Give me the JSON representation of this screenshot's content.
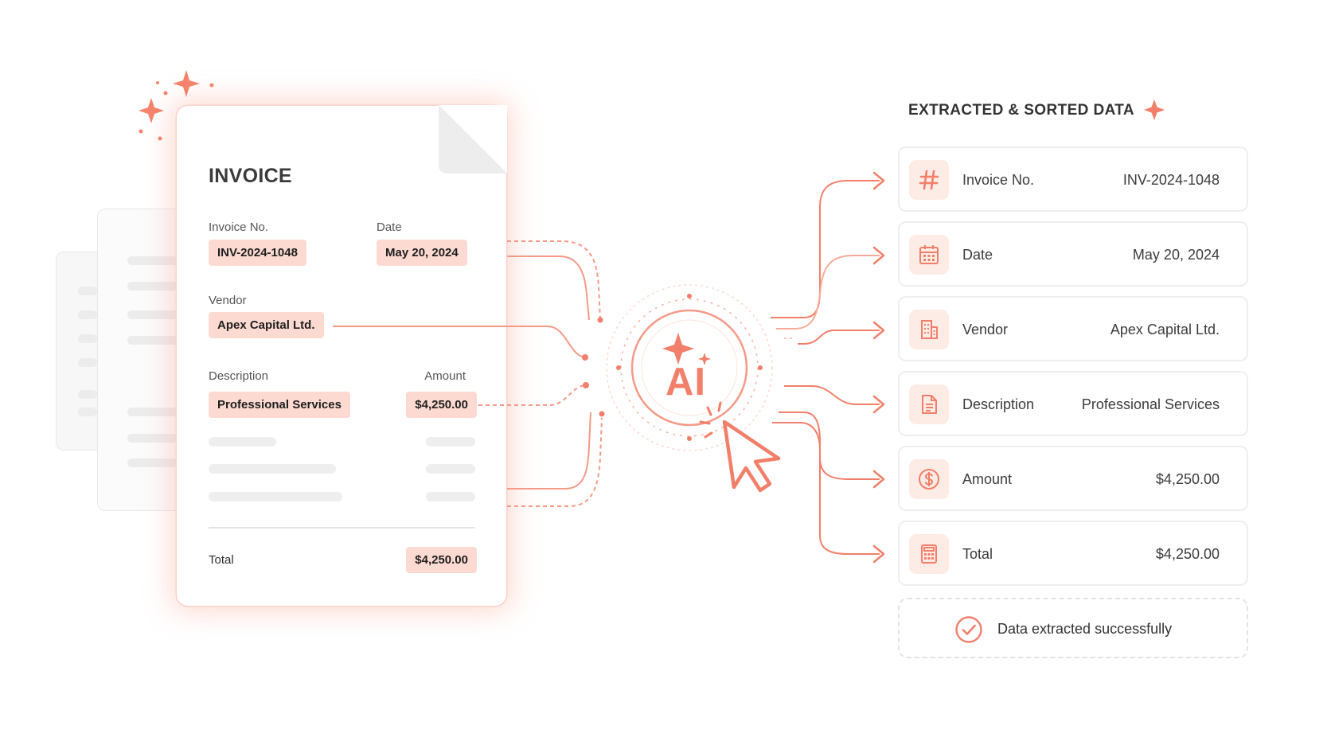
{
  "invoice": {
    "title": "INVOICE",
    "invoice_no_label": "Invoice No.",
    "invoice_no_value": "INV-2024-1048",
    "date_label": "Date",
    "date_value": "May 20, 2024",
    "vendor_label": "Vendor",
    "vendor_value": "Apex Capital Ltd.",
    "description_label": "Description",
    "description_value": "Professional Services",
    "amount_label": "Amount",
    "amount_value": "$4,250.00",
    "total_label": "Total",
    "total_value": "$4,250.00"
  },
  "hub": {
    "label": "AI"
  },
  "panel": {
    "title": "EXTRACTED & SORTED DATA",
    "rows": [
      {
        "icon": "hash-icon",
        "label": "Invoice No.",
        "value": "INV-2024-1048"
      },
      {
        "icon": "calendar-icon",
        "label": "Date",
        "value": "May 20, 2024"
      },
      {
        "icon": "building-icon",
        "label": "Vendor",
        "value": "Apex Capital Ltd."
      },
      {
        "icon": "document-icon",
        "label": "Description",
        "value": "Professional Services"
      },
      {
        "icon": "dollar-icon",
        "label": "Amount",
        "value": "$4,250.00"
      },
      {
        "icon": "calculator-icon",
        "label": "Total",
        "value": "$4,250.00"
      }
    ],
    "success_text": "Data extracted successfully"
  },
  "colors": {
    "accent": "#f27f69",
    "chip_bg": "#fddad1",
    "icon_bg": "#fdebe6"
  }
}
